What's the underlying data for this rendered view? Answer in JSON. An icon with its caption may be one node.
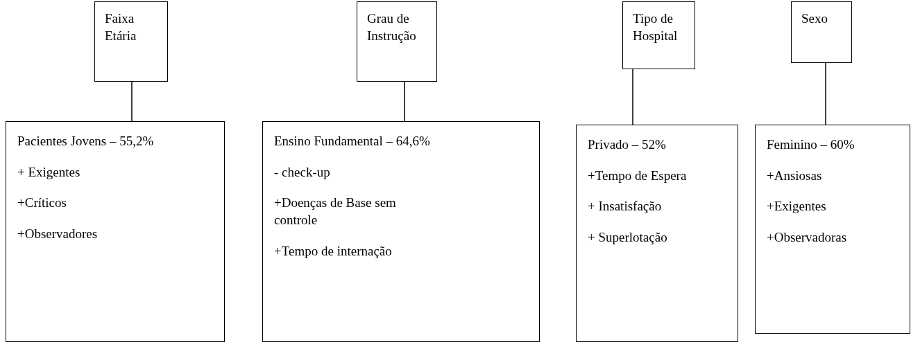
{
  "diagram": {
    "nodes": [
      {
        "text": [
          "Faixa Etária"
        ]
      },
      {
        "text": [
          "Grau de Instrução"
        ]
      },
      {
        "text": [
          "Tipo de Hospital"
        ]
      },
      {
        "text": [
          "Sexo"
        ]
      },
      {
        "text": [
          "Pacientes Jovens – 55,2%",
          "+ Exigentes",
          "+Críticos",
          "+Observadores"
        ]
      },
      {
        "text": [
          "Ensino Fundamental – 64,6%",
          "- check-up",
          "+Doenças de Base sem controle",
          "+Tempo de internação"
        ]
      },
      {
        "text": [
          "Privado – 52%",
          "+Tempo de Espera",
          "+ Insatisfação",
          "+ Superlotação"
        ]
      },
      {
        "text": [
          "Feminino – 60%",
          "+Ansiosas",
          "+Exigentes",
          "+Observadoras"
        ]
      }
    ],
    "edges": [
      {
        "from": 0,
        "to": 4,
        "arrow": "none"
      },
      {
        "from": 1,
        "to": 5,
        "arrow": "none"
      },
      {
        "from": 2,
        "to": 6,
        "arrow": "none"
      },
      {
        "from": 3,
        "to": 7,
        "arrow": "none"
      }
    ]
  }
}
